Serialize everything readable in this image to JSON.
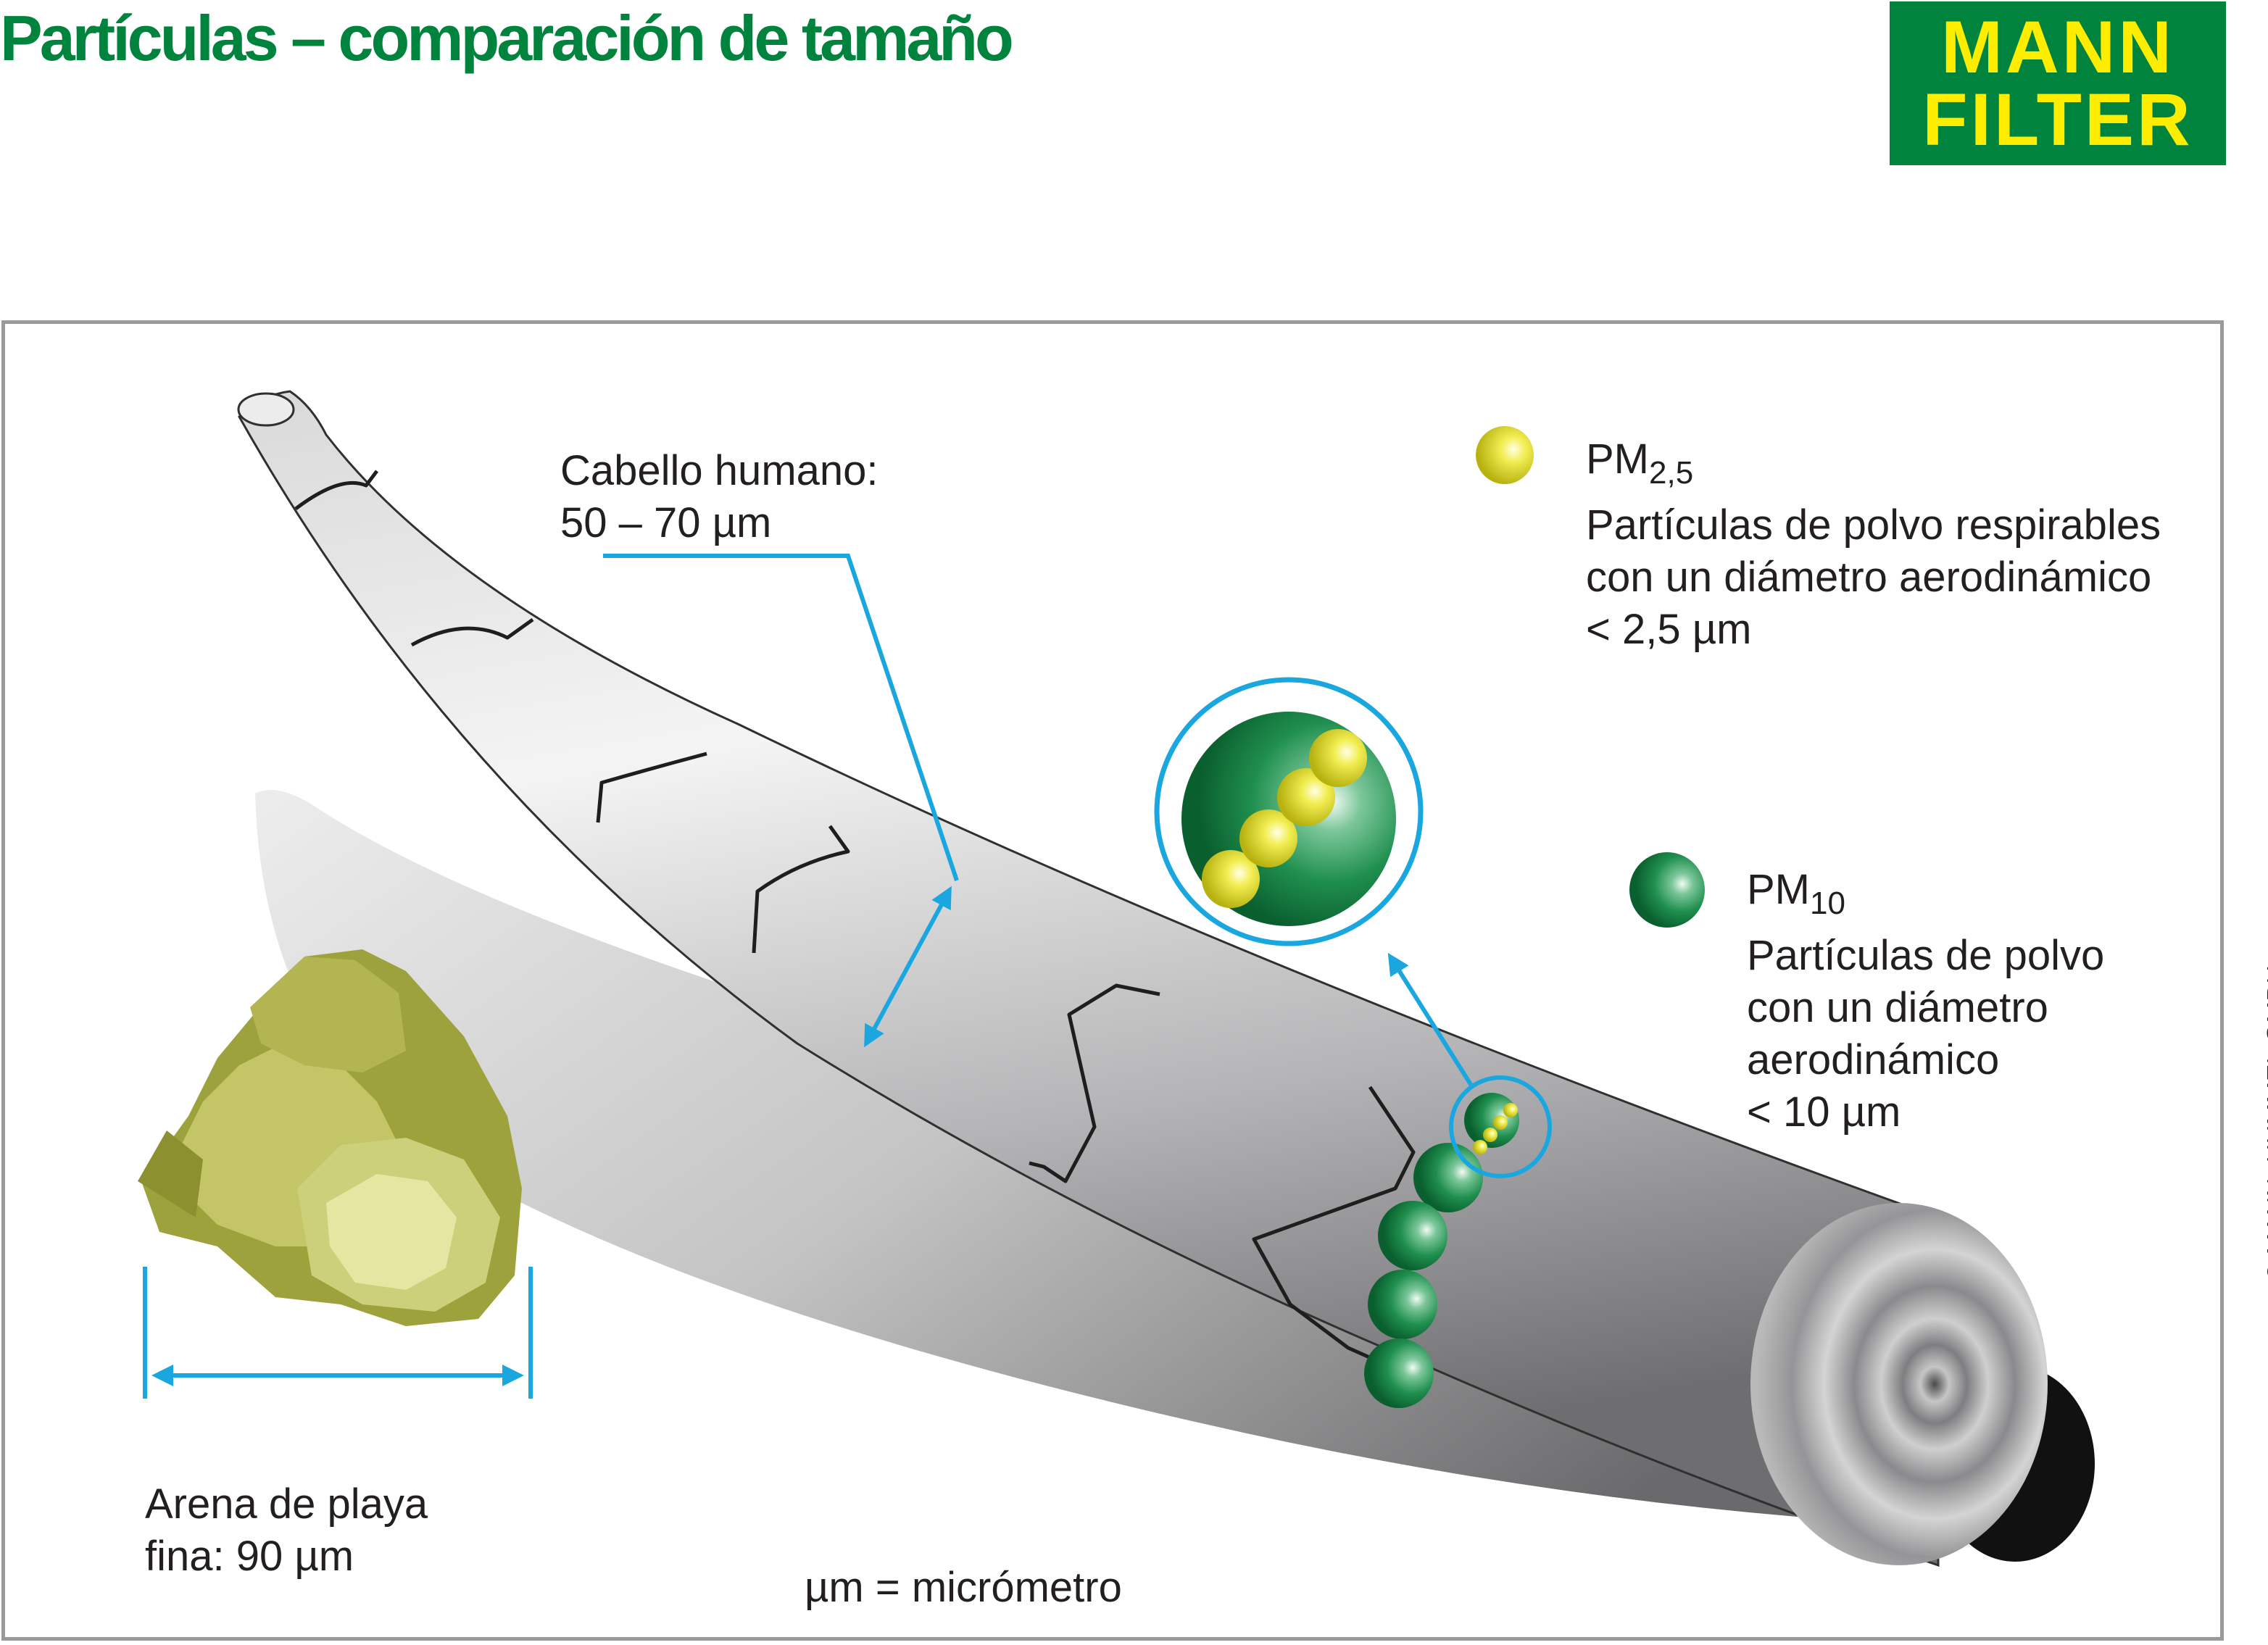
{
  "title": "Partículas – comparación de tamaño",
  "logo": {
    "line1": "MANN",
    "line2": "FILTER"
  },
  "hair": {
    "label": "Cabello humano:",
    "size": "50 – 70 µm"
  },
  "pm25": {
    "name": "PM",
    "sub": "2,5",
    "line1": "Partículas de polvo respirables",
    "line2": "con un diámetro aerodinámico",
    "line3": "< 2,5 µm"
  },
  "pm10": {
    "name": "PM",
    "sub": "10",
    "line1": "Partículas de polvo",
    "line2": "con un diámetro",
    "line3": "aerodinámico",
    "line4": "< 10 µm"
  },
  "sand": {
    "line1": "Arena de playa",
    "line2": "fina: 90 µm"
  },
  "unit_note": "µm = micrómetro",
  "copyright": "© MANN+HUMMEL GMBH",
  "colors": {
    "brand_green": "#00843d",
    "brand_yellow": "#ffed00",
    "pointer_blue": "#1aa7e0",
    "frame_gray": "#9a9a9a"
  }
}
